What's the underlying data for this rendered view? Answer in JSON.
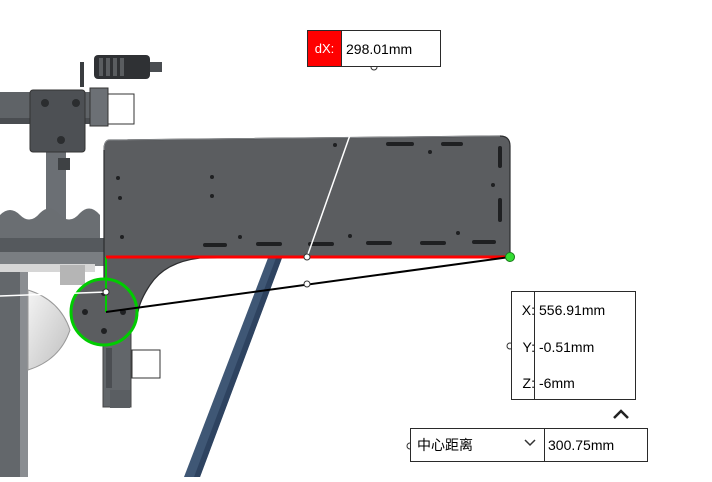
{
  "dx_callout": {
    "label": "dX:",
    "value": "298.01mm"
  },
  "point_callout": {
    "x_label": "X:",
    "x_value": "556.91mm",
    "y_label": "Y:",
    "y_value": "-0.51mm",
    "z_label": "Z:",
    "z_value": "-6mm"
  },
  "measure": {
    "mode": "中心距离",
    "distance": "300.75mm"
  },
  "icons": {
    "collapse": "chevron-up-icon",
    "dropdown": "chevron-down-icon"
  },
  "colors": {
    "dx_label_bg": "#ff0000",
    "red_edge": "#ff0000",
    "green_highlight": "#00cc00",
    "part_gray": "#5b5d60",
    "beam_blue": "#3f5775"
  }
}
